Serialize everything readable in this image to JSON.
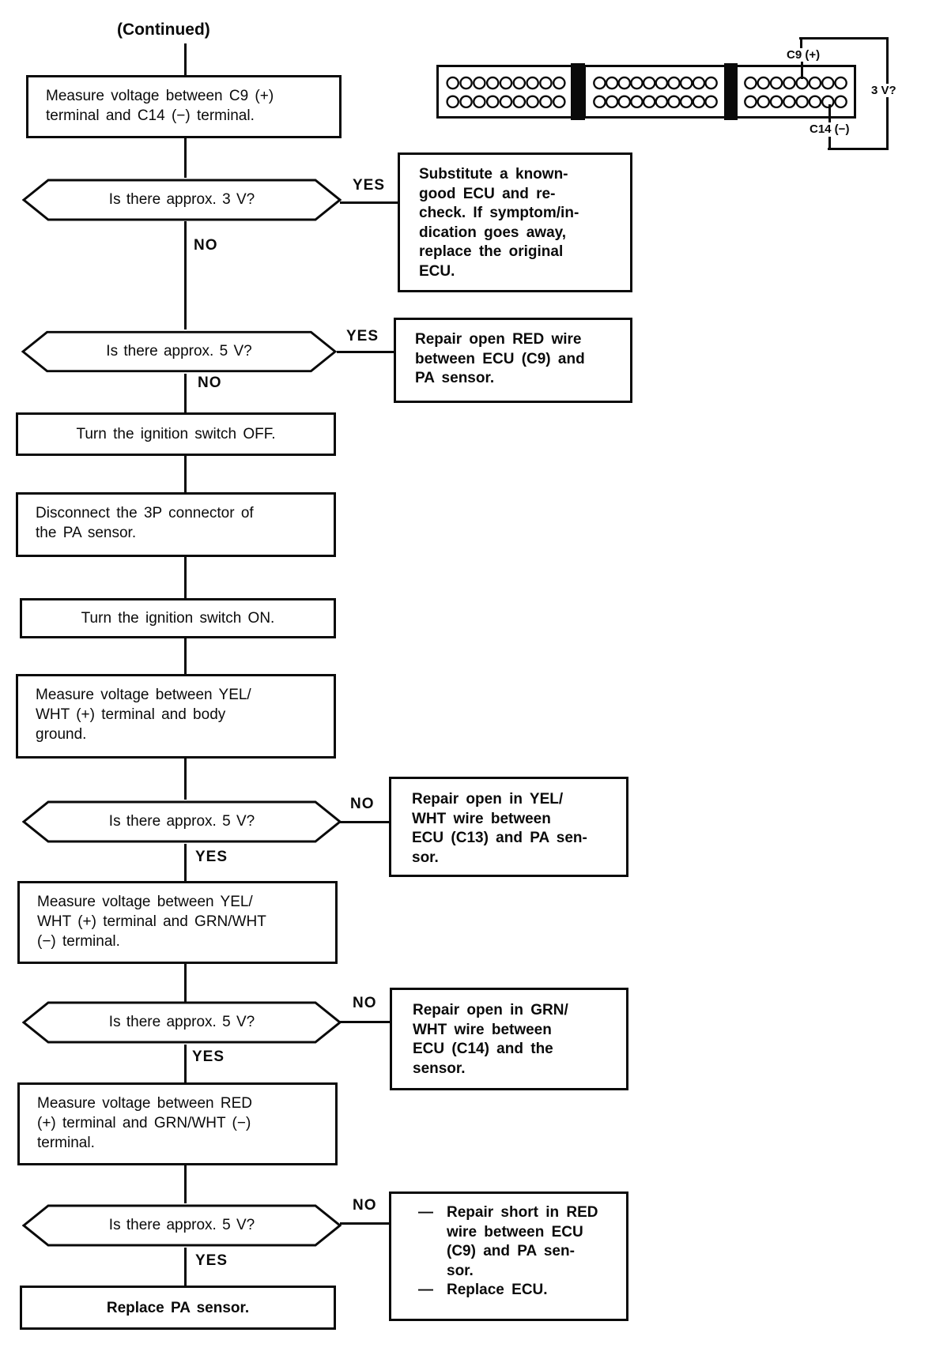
{
  "page": {
    "continued": "(Continued)"
  },
  "labels": {
    "yes": "YES",
    "no": "NO",
    "dash": "—"
  },
  "connector": {
    "c9": "C9 (+)",
    "c14": "C14 (−)",
    "voltage": "3 V?",
    "blocks": [
      {
        "cols": 9
      },
      {
        "cols": 10
      },
      {
        "cols": 8
      }
    ]
  },
  "nodes": {
    "measure_c9_c14": "Measure voltage between C9 (+)\nterminal and C14 (−) terminal.",
    "is_3v": "Is there approx. 3 V?",
    "substitute_ecu": "Substitute a known-\ngood ECU and re-\ncheck. If symptom/in-\ndication goes away,\nreplace the original\nECU.",
    "is_5v_1": "Is there approx. 5 V?",
    "repair_red_open": "Repair open RED wire\nbetween ECU (C9) and\nPA sensor.",
    "ignition_off": "Turn the ignition switch OFF.",
    "disconnect_3p": "Disconnect the 3P connector of\nthe PA sensor.",
    "ignition_on": "Turn the ignition switch ON.",
    "measure_yelwht_body": "Measure voltage between YEL/\nWHT (+) terminal and body\nground.",
    "is_5v_2": "Is there approx. 5 V?",
    "repair_yelwht_open": "Repair open in YEL/\nWHT wire between\nECU (C13) and PA sen-\nsor.",
    "measure_yelwht_grnwht": "Measure voltage between YEL/\nWHT (+) terminal and GRN/WHT\n(−) terminal.",
    "is_5v_3": "Is there approx. 5 V?",
    "repair_grnwht_open": "Repair open in GRN/\nWHT wire between\nECU (C14) and the\nsensor.",
    "measure_red_grnwht": "Measure voltage between RED\n(+) terminal and GRN/WHT (−)\nterminal.",
    "is_5v_4": "Is there approx. 5 V?",
    "repair_short_items": [
      "Repair short in RED\nwire between ECU\n(C9) and PA sen-\nsor.",
      "Replace ECU."
    ],
    "replace_pa": "Replace PA sensor."
  }
}
